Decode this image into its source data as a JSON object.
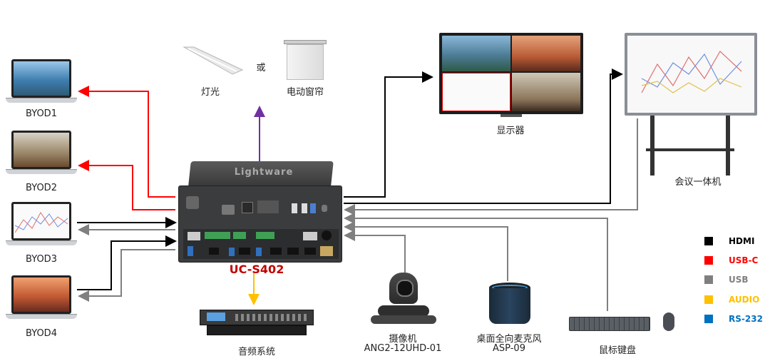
{
  "devices": {
    "byod1": "BYOD1",
    "byod2": "BYOD2",
    "byod3": "BYOD3",
    "byod4": "BYOD4",
    "lights": "灯光",
    "or": "或",
    "curtain": "电动窗帘",
    "display": "显示器",
    "conference_panel": "会议一体机",
    "main_unit": "UC-S402",
    "audio_system": "音频系统",
    "camera": "摄像机",
    "camera_model": "ANG2-12UHD-01",
    "microphone": "桌面全向麦克风",
    "microphone_model": "ASP-09",
    "keyboard_mouse": "鼠标键盘",
    "brand": "Lightware"
  },
  "legend": [
    {
      "label": "HDMI",
      "color": "#000000"
    },
    {
      "label": "USB-C",
      "color": "#ff0000"
    },
    {
      "label": "USB",
      "color": "#7f7f7f"
    },
    {
      "label": "AUDIO",
      "color": "#ffc000"
    },
    {
      "label": "RS-232",
      "color": "#0070c0"
    }
  ],
  "colors": {
    "hdmi": "#000000",
    "usbc": "#ff0000",
    "usb": "#7f7f7f",
    "audio": "#ffc000",
    "control": "#7030a0",
    "main_label": "#c00000"
  }
}
